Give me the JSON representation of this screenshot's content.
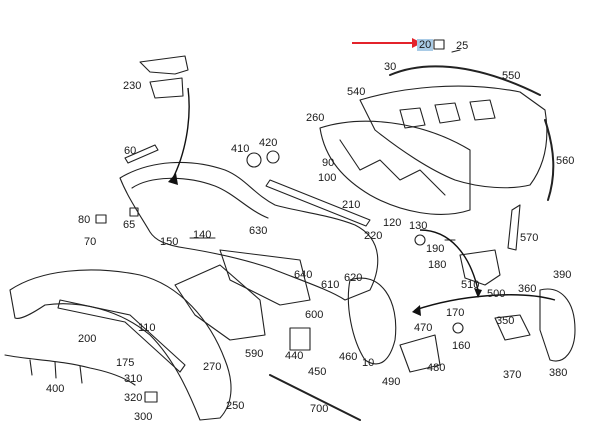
{
  "diagram": {
    "highlighted_part": "20",
    "callout_color": "#e3232b",
    "highlight_color": "#a9cbe6",
    "labels": [
      "20",
      "25",
      "30",
      "550",
      "230",
      "540",
      "260",
      "420",
      "410",
      "60",
      "90",
      "100",
      "560",
      "210",
      "80",
      "65",
      "70",
      "150",
      "140",
      "630",
      "120",
      "130",
      "220",
      "190",
      "180",
      "570",
      "640",
      "610",
      "620",
      "510",
      "500",
      "390",
      "360",
      "170",
      "200",
      "110",
      "175",
      "310",
      "400",
      "320",
      "300",
      "590",
      "600",
      "440",
      "450",
      "460",
      "10",
      "470",
      "480",
      "490",
      "160",
      "350",
      "370",
      "380",
      "270",
      "250",
      "700"
    ]
  }
}
